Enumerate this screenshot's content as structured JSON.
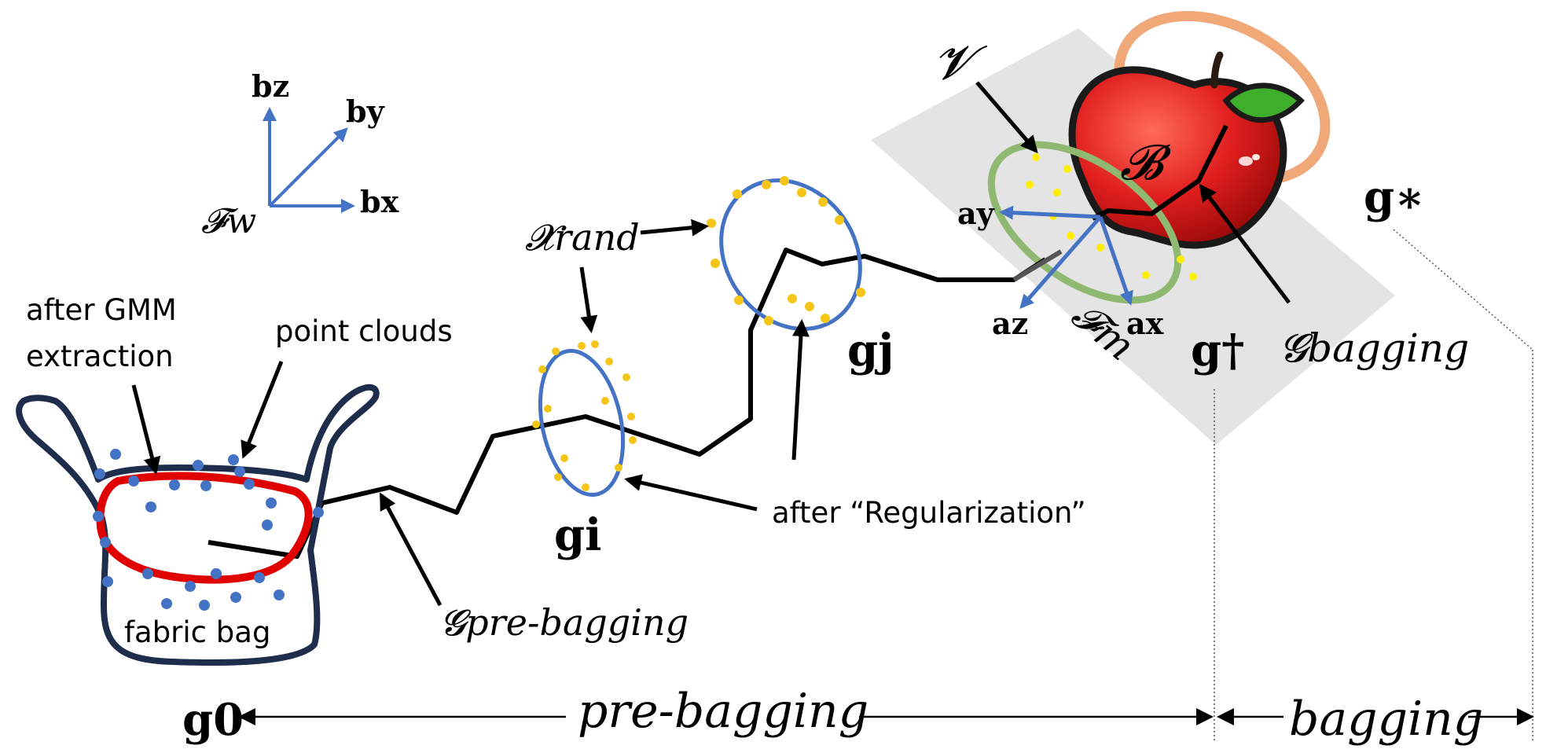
{
  "frame": {
    "world": "𝓕w",
    "axis_x": "bx",
    "axis_y": "by",
    "axis_z": "bz"
  },
  "labels": {
    "after_gmm": [
      "after GMM",
      "extraction"
    ],
    "point_clouds": "point clouds",
    "fabric_bag": "fabric bag",
    "x_rand": "𝓧rand",
    "g0": "g0",
    "gi": "gi",
    "gj": "gj",
    "g_dagger": "g†",
    "g_star": "g∗",
    "g_pre_bagging": "𝓖pre-bagging",
    "after_regularization": "after “Regularization”",
    "V": "𝓥",
    "B": "𝓑",
    "g_bagging": "𝓖bagging",
    "fm": "𝓕m",
    "ax": "ax",
    "ay": "ay",
    "az": "az"
  },
  "timeline": {
    "pre_bagging": "pre-bagging",
    "bagging": "bagging"
  },
  "colors": {
    "black": "#000000",
    "blue": "#4472c4",
    "red": "#e00000",
    "yellow": "#f5c518",
    "green_ellipse": "#8fb870",
    "orange_ring": "#f0a878",
    "gray_plane": "#e6e6e6",
    "bag_outline": "#1f2d4d"
  }
}
